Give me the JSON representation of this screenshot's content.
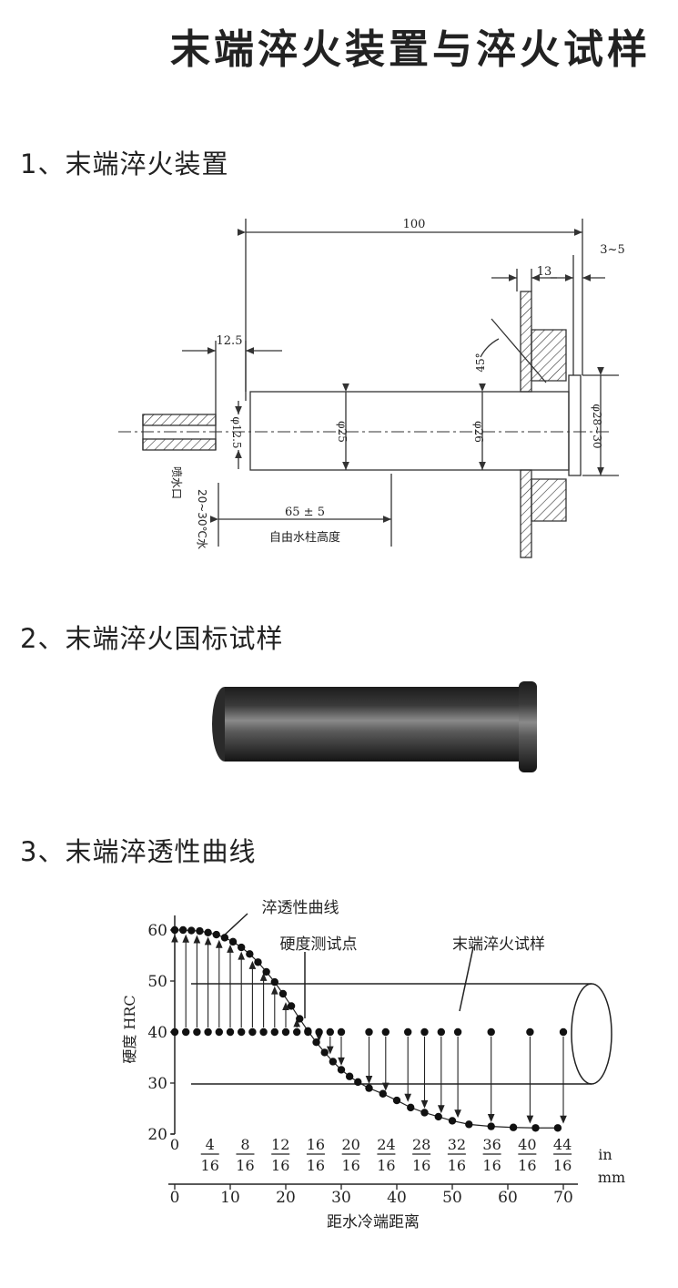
{
  "doc_title": "末端淬火装置与淬火试样",
  "section1": {
    "heading": "1、末端淬火装置",
    "dims": {
      "overall_length": "100",
      "gap": "3~5",
      "flange_width": "13",
      "nozzle_offset": "12.5",
      "chamfer": "45°",
      "nozzle_dia": "φ12.5",
      "body_dia": "φ25",
      "neck_dia": "φ26",
      "head_dia": "φ28~30",
      "column_height": "65 ± 5"
    },
    "labels": {
      "nozzle": "喷水口",
      "water_temp": "20~30℃水",
      "column_label": "自由水柱高度"
    }
  },
  "section2": {
    "heading": "2、末端淬火国标试样"
  },
  "section3": {
    "heading": "3、末端淬透性曲线",
    "annotations": {
      "curve": "淬透性曲线",
      "test_points": "硬度测试点",
      "specimen": "末端淬火试样"
    }
  },
  "chart_data": {
    "type": "scatter",
    "ylabel": "硬度 HRC",
    "xlabel": "距水冷端距离",
    "ylim": [
      20,
      60
    ],
    "yticks": [
      "20",
      "30",
      "40",
      "50",
      "60"
    ],
    "xlim_mm": [
      0,
      70
    ],
    "x_mm_ticks": [
      "0",
      "10",
      "20",
      "30",
      "40",
      "50",
      "60",
      "70"
    ],
    "x_mm_unit": "mm",
    "x_in_unit": "in",
    "x_in_ticks": [
      {
        "num": "0",
        "den": ""
      },
      {
        "num": "4",
        "den": "16"
      },
      {
        "num": "8",
        "den": "16"
      },
      {
        "num": "12",
        "den": "16"
      },
      {
        "num": "16",
        "den": "16"
      },
      {
        "num": "20",
        "den": "16"
      },
      {
        "num": "24",
        "den": "16"
      },
      {
        "num": "28",
        "den": "16"
      },
      {
        "num": "32",
        "den": "16"
      },
      {
        "num": "36",
        "den": "16"
      },
      {
        "num": "40",
        "den": "16"
      },
      {
        "num": "44",
        "den": "16"
      }
    ],
    "series": [
      {
        "points": [
          [
            0,
            60
          ],
          [
            1.5,
            60
          ],
          [
            3,
            59.9
          ],
          [
            4.5,
            59.8
          ],
          [
            6,
            59.5
          ],
          [
            7.5,
            59.1
          ],
          [
            9,
            58.5
          ],
          [
            10.5,
            57.7
          ],
          [
            12,
            56.6
          ],
          [
            13.5,
            55.3
          ],
          [
            15,
            53.7
          ],
          [
            16.5,
            51.8
          ],
          [
            18,
            49.8
          ],
          [
            19.5,
            47.5
          ],
          [
            21,
            45.1
          ],
          [
            22.5,
            42.6
          ],
          [
            24,
            40.2
          ],
          [
            25.5,
            38
          ],
          [
            27,
            36
          ],
          [
            28.5,
            34.2
          ],
          [
            30,
            32.6
          ],
          [
            31.5,
            31.3
          ],
          [
            33,
            30.2
          ],
          [
            35,
            29
          ],
          [
            37.5,
            27.9
          ],
          [
            40,
            26.6
          ],
          [
            42.5,
            25.2
          ],
          [
            45,
            24.2
          ],
          [
            47.5,
            23.4
          ],
          [
            50,
            22.6
          ],
          [
            53,
            21.9
          ],
          [
            57,
            21.5
          ],
          [
            61,
            21.3
          ],
          [
            65,
            21.2
          ],
          [
            69,
            21.2
          ]
        ]
      }
    ],
    "test_points": [
      [
        0,
        40
      ],
      [
        2,
        40
      ],
      [
        4,
        40
      ],
      [
        6,
        40
      ],
      [
        8,
        40
      ],
      [
        10,
        40
      ],
      [
        12,
        40
      ],
      [
        14,
        40
      ],
      [
        16,
        40
      ],
      [
        18,
        40
      ],
      [
        20,
        40
      ],
      [
        22,
        40
      ],
      [
        24,
        40
      ],
      [
        26,
        40
      ],
      [
        28,
        40
      ],
      [
        30,
        40
      ],
      [
        35,
        40
      ],
      [
        38,
        40
      ],
      [
        42,
        40
      ],
      [
        45,
        40
      ],
      [
        48,
        40
      ],
      [
        51,
        40
      ],
      [
        57,
        40
      ],
      [
        64,
        40
      ],
      [
        70,
        40
      ]
    ]
  }
}
